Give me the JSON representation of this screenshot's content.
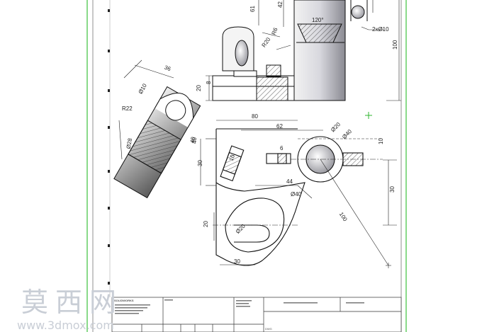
{
  "drawing": {
    "dims_top": [
      "61",
      "42",
      "120°",
      "2xØ10",
      "100",
      "R6",
      "R20",
      "8",
      "20"
    ],
    "dims_left": [
      "36",
      "Ø10",
      "R22",
      "40",
      "Ø28"
    ],
    "dims_front": [
      "80",
      "62",
      "Ø20",
      "Ø40",
      "10",
      "6",
      "10",
      "40",
      "30",
      "Ø40",
      "30",
      "44",
      "100",
      "20",
      "Ø20",
      "30"
    ]
  },
  "title_block": {
    "left_title": "SOLIDWORKS",
    "label_dwg": "DWG"
  },
  "watermark": {
    "logo_text": "莫西网",
    "url": "www.3dmox.com"
  },
  "colors": {
    "sheet_border": "#3cc23c",
    "line": "#111111",
    "cursor": "#2fb52f"
  }
}
